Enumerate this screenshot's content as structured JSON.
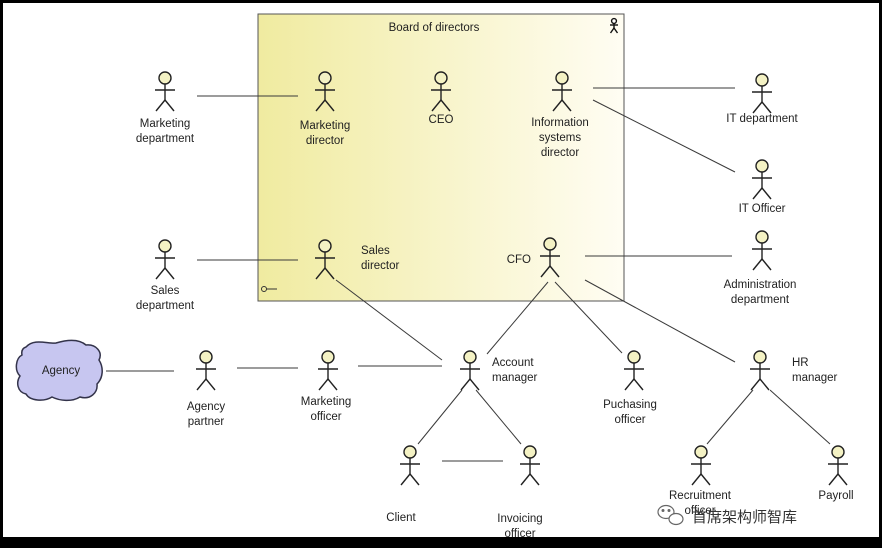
{
  "colors": {
    "frame": "#000000",
    "canvas": "#ffffff",
    "board_fill_left": "#f0eba0",
    "board_fill_right": "#fffdf3",
    "actor_head": "#f4f2c4",
    "agency_fill": "#c7c6f0",
    "agency_stroke": "#33334a",
    "line": "#3a3a3a"
  },
  "board": {
    "title": "Board of directors"
  },
  "actors": {
    "marketing_department": [
      "Marketing",
      "department"
    ],
    "marketing_director": [
      "Marketing",
      "director"
    ],
    "ceo": [
      "CEO"
    ],
    "info_systems_director": [
      "Information",
      "systems",
      "director"
    ],
    "it_department": [
      "IT department"
    ],
    "it_officer": [
      "IT Officer"
    ],
    "sales_department": [
      "Sales",
      "department"
    ],
    "sales_director": [
      "Sales",
      "director"
    ],
    "cfo": [
      "CFO"
    ],
    "administration_department": [
      "Administration",
      "department"
    ],
    "agency_partner": [
      "Agency",
      "partner"
    ],
    "marketing_officer": [
      "Marketing",
      "officer"
    ],
    "account_manager": [
      "Account",
      "manager"
    ],
    "purchasing_officer": [
      "Puchasing",
      "officer"
    ],
    "hr_manager": [
      "HR",
      "manager"
    ],
    "client": [
      "Client"
    ],
    "invoicing_officer": [
      "Invoicing",
      "officer"
    ],
    "recruitment_officer": [
      "Recruitment",
      "officer"
    ],
    "payroll": [
      "Payroll"
    ]
  },
  "agency": {
    "label": "Agency"
  },
  "watermark": {
    "text": "首席架构师智库",
    "icon": "wechat-icon"
  }
}
